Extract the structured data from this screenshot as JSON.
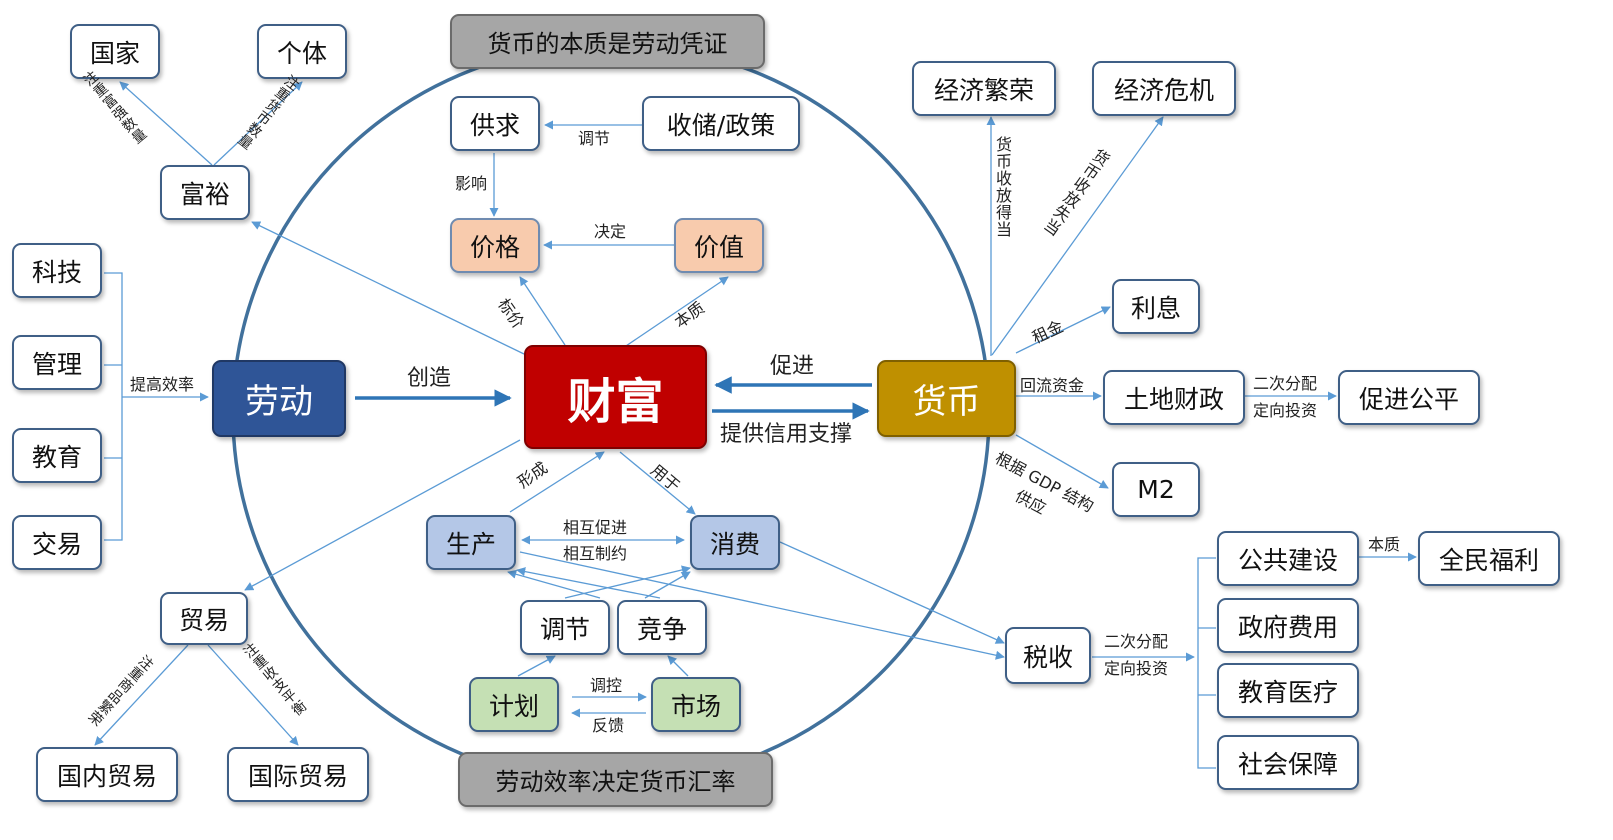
{
  "diagram": {
    "top_banner": "货币的本质是劳动凭证",
    "bottom_banner": "劳动效率决定货币汇率",
    "center": "财富",
    "labor": "劳动",
    "money": "货币",
    "wealth_branch": {
      "root": "富裕",
      "state": "国家",
      "individual": "个体",
      "state_link": "注重富强数量",
      "individual_link": "注重货币数量"
    },
    "labor_inputs": {
      "items": [
        "科技",
        "管理",
        "教育",
        "交易"
      ],
      "link": "提高效率"
    },
    "trade_branch": {
      "root": "贸易",
      "domestic": "国内贸易",
      "international": "国际贸易",
      "domestic_link": "注重商品繁荣",
      "international_link": "注重收支平衡"
    },
    "market_top": {
      "supply_demand": "供求",
      "storage_policy": "收储/政策",
      "price": "价格",
      "value": "价值",
      "regulate": "调节",
      "affect": "影响",
      "decide": "决定",
      "price_tag": "标价",
      "essence": "本质"
    },
    "center_links": {
      "create": "创造",
      "promote": "促进",
      "credit": "提供信用支撑",
      "form": "形成",
      "use": "用于"
    },
    "production": {
      "produce": "生产",
      "consume": "消费",
      "mutual_promote": "相互促进",
      "mutual_restrict": "相互制约",
      "regulation": "调节",
      "competition": "竞争",
      "plan": "计划",
      "market": "市场",
      "control": "调控",
      "feedback": "反馈"
    },
    "money_branch": {
      "prosperity": "经济繁荣",
      "crisis": "经济危机",
      "prosperity_link": "货币收放得当",
      "crisis_link": "货币收放失当",
      "interest": "利息",
      "rent": "租金",
      "land_finance": "土地财政",
      "reflux": "回流资金",
      "fairness": "促进公平",
      "secondary_dist": "二次分配",
      "directed_invest": "定向投资",
      "m2": "M2",
      "gdp_line1": "根据 GDP 结构",
      "gdp_line2": "供应"
    },
    "tax_branch": {
      "tax": "税收",
      "secondary_dist": "二次分配",
      "directed_invest": "定向投资",
      "public": "公共建设",
      "gov": "政府费用",
      "edu_med": "教育医疗",
      "social": "社会保障",
      "welfare": "全民福利",
      "essence": "本质"
    }
  },
  "colors": {
    "line": "#5b9bd5",
    "strong_arrow": "#2e75b6",
    "circle": "#41719c",
    "labor": "#2f5597",
    "wealth": "#c00000",
    "money": "#bf9000"
  }
}
